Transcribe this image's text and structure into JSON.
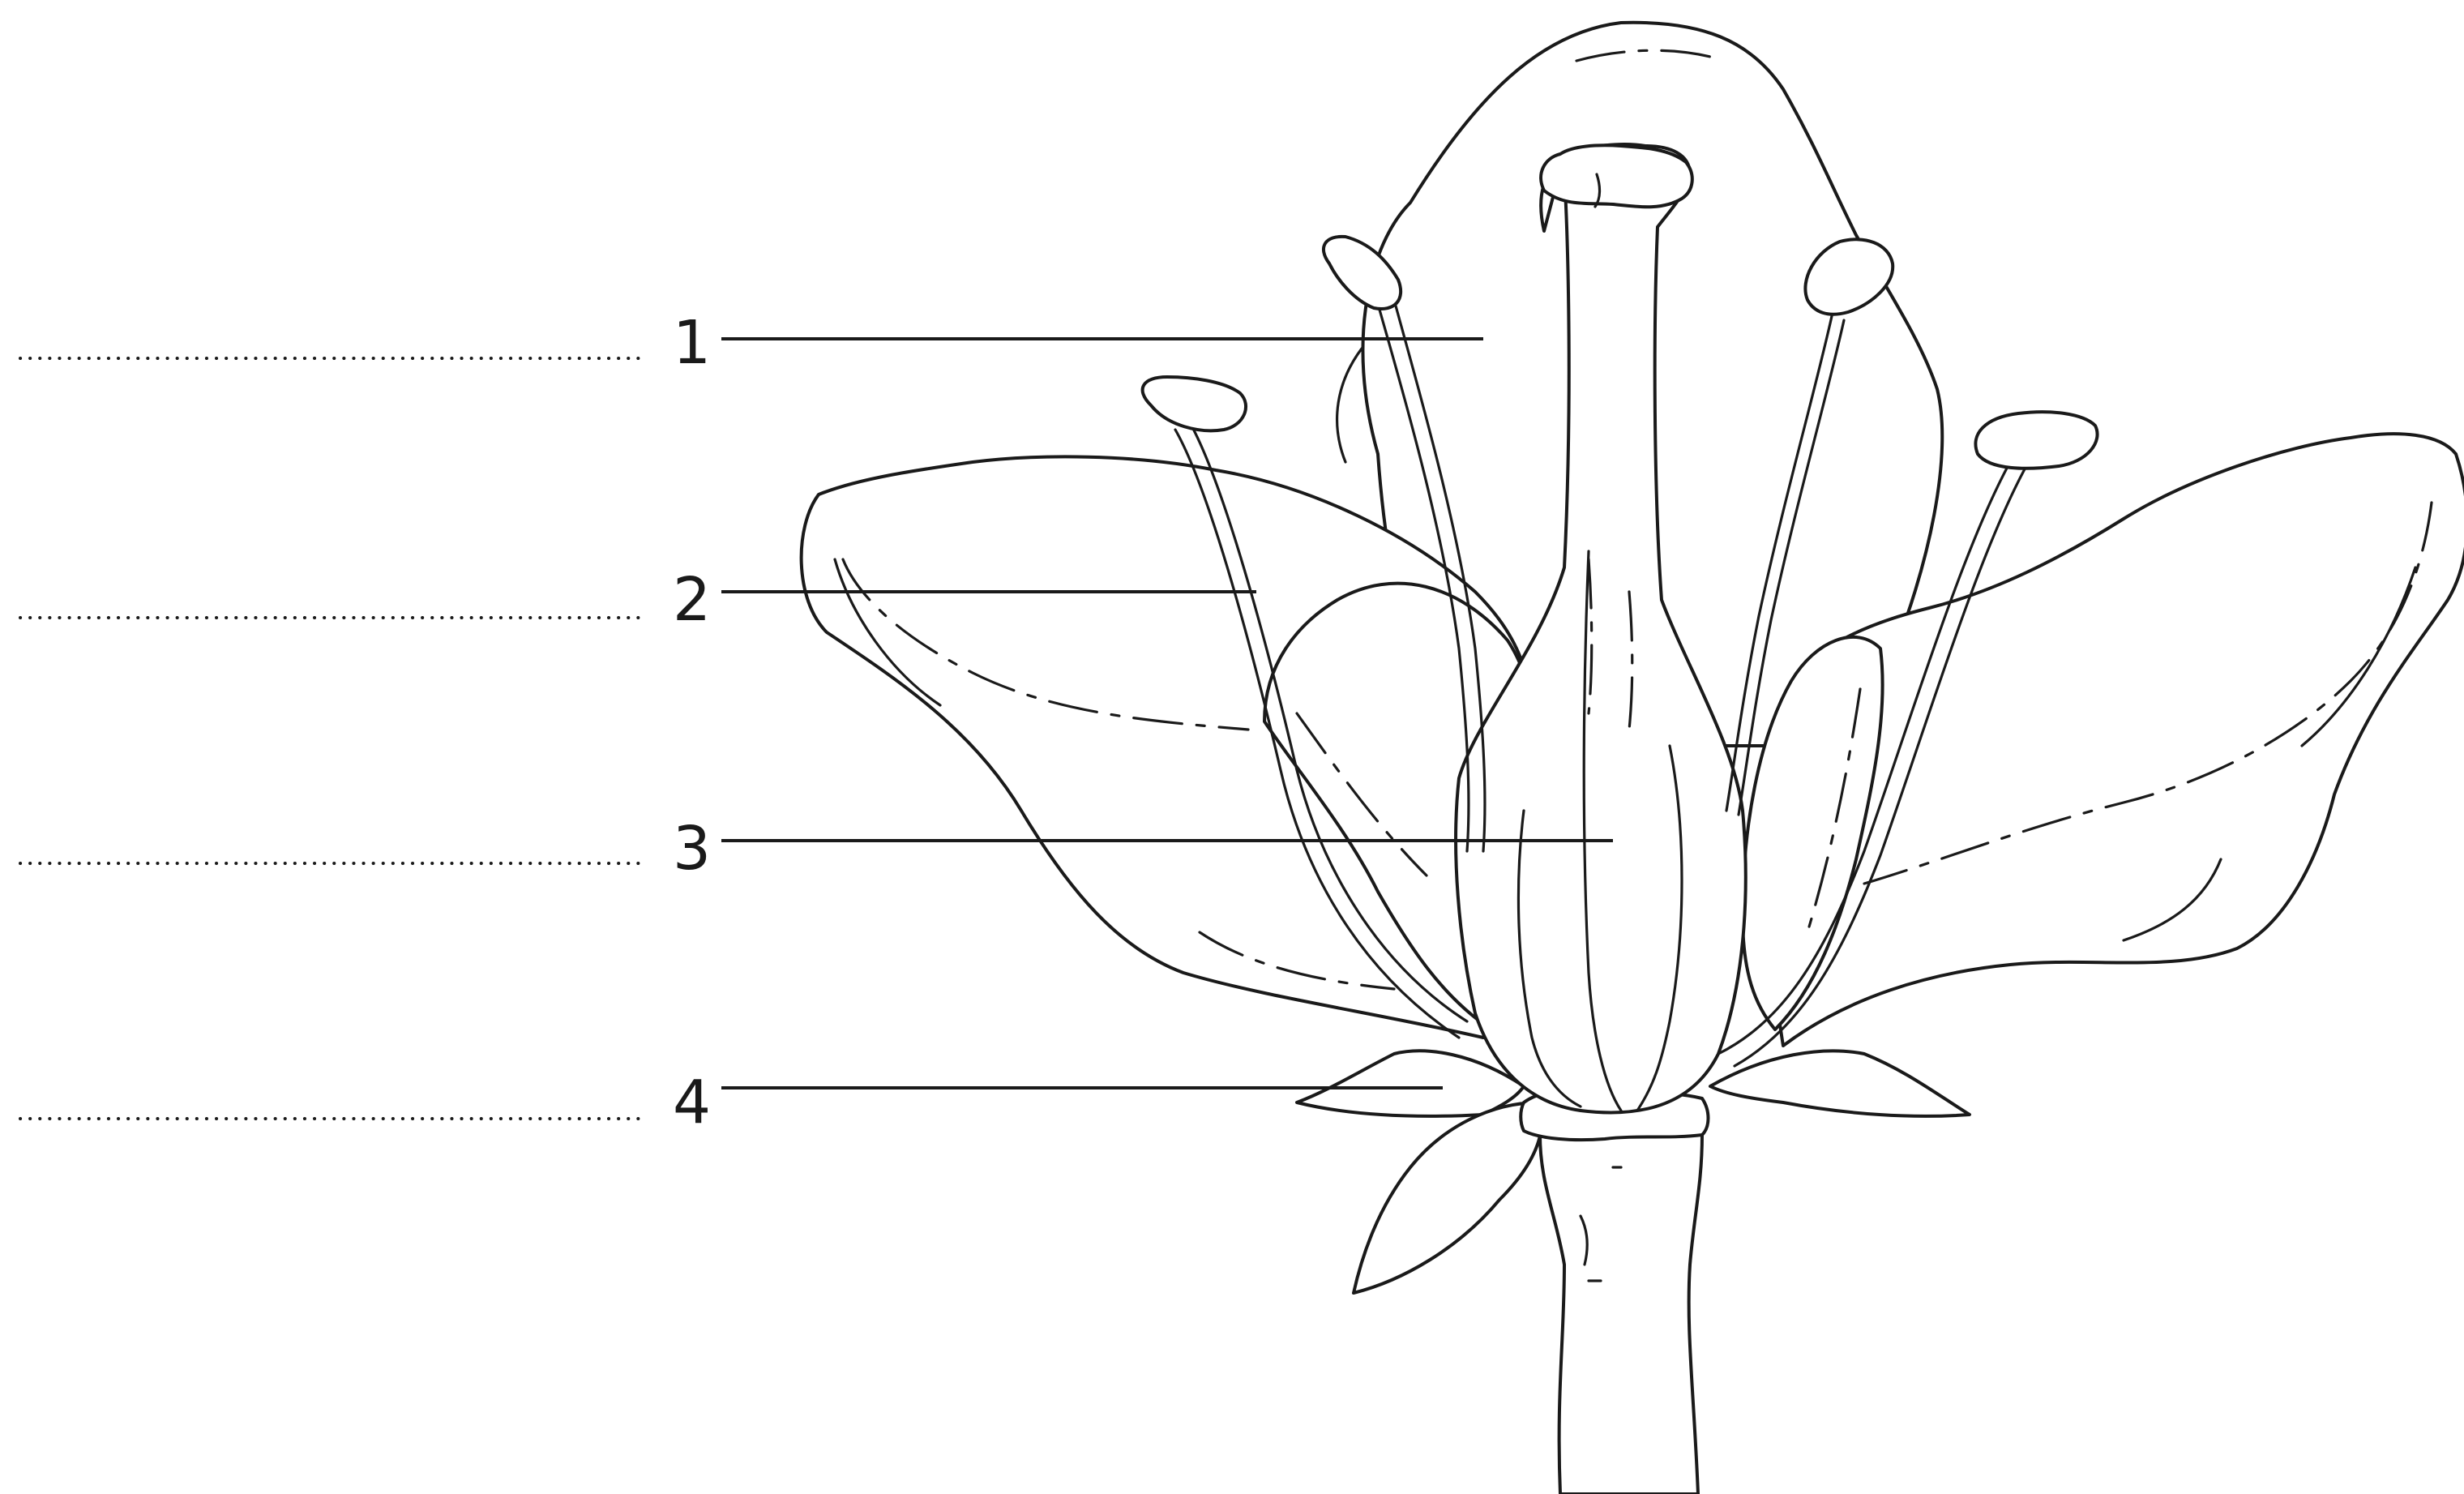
{
  "labels": [
    {
      "number": "1",
      "answer": ""
    },
    {
      "number": "2",
      "answer": ""
    },
    {
      "number": "3",
      "answer": ""
    },
    {
      "number": "4",
      "answer": ""
    }
  ],
  "colors": {
    "ink": "#1a1a1a",
    "background": "#ffffff"
  }
}
